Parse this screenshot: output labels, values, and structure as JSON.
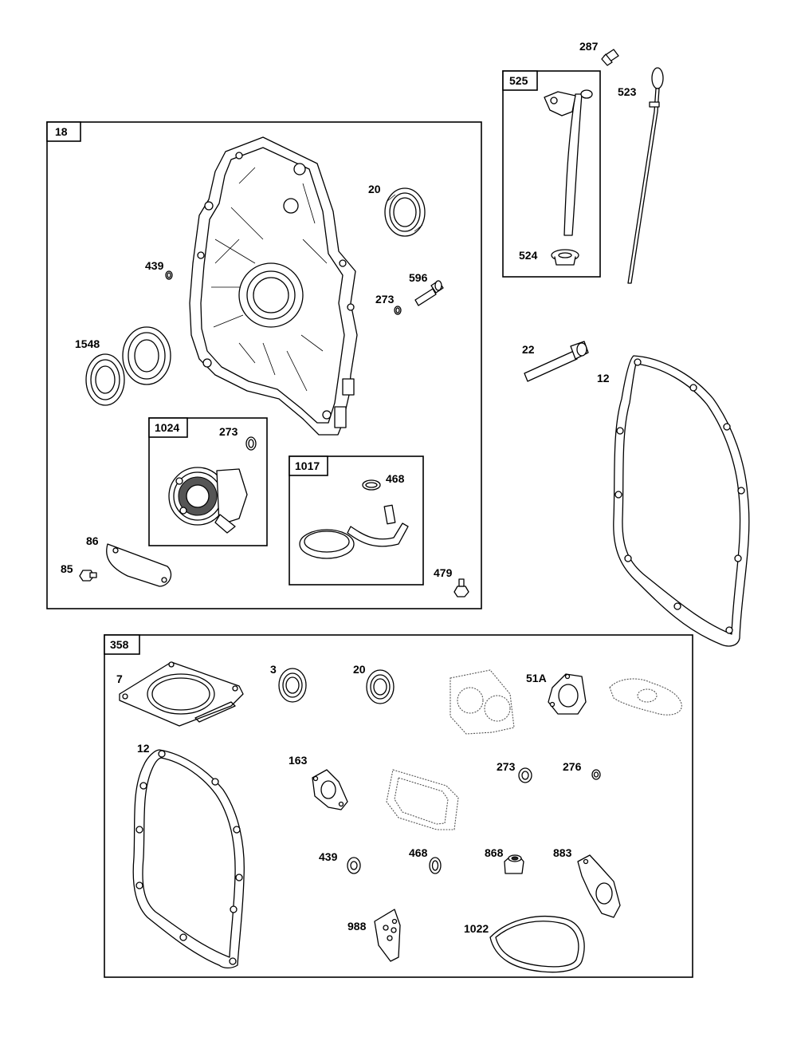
{
  "groups": {
    "g18": "18",
    "g525": "525",
    "g1024": "1024",
    "g1017": "1017",
    "g358": "358"
  },
  "parts": {
    "p287": "287",
    "p523": "523",
    "p524": "524",
    "p20": "20",
    "p439": "439",
    "p596": "596",
    "p273": "273",
    "p1548": "1548",
    "p22": "22",
    "p12": "12",
    "p1024_273": "273",
    "p468": "468",
    "p86": "86",
    "p85": "85",
    "p479": "479",
    "k7": "7",
    "k3": "3",
    "k20": "20",
    "k51A": "51A",
    "k12": "12",
    "k163": "163",
    "k273": "273",
    "k276": "276",
    "k439": "439",
    "k468": "468",
    "k868": "868",
    "k883": "883",
    "k988": "988",
    "k1022": "1022"
  }
}
